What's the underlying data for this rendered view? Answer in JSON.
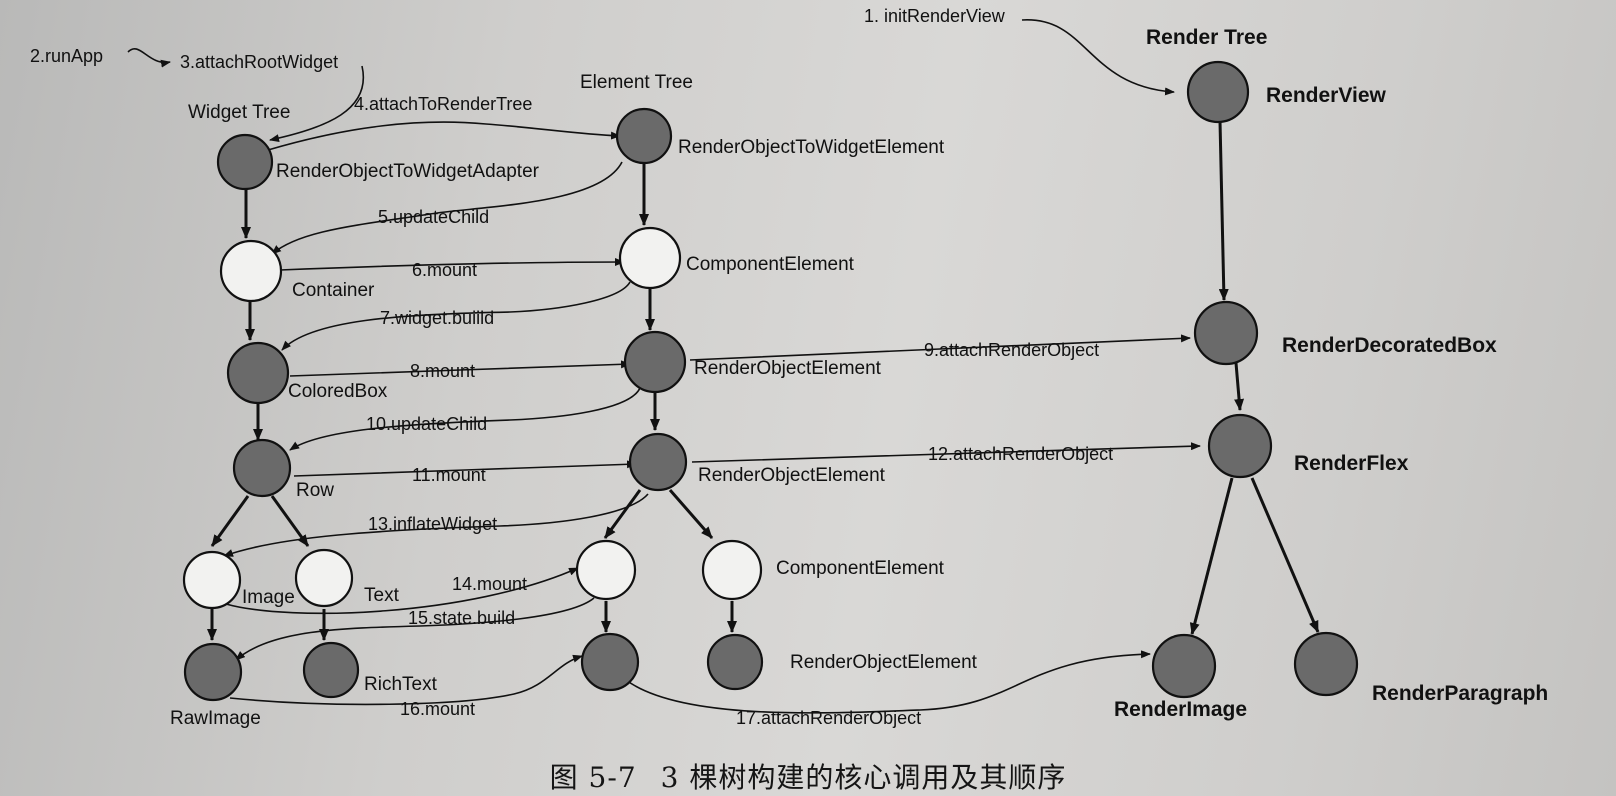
{
  "caption": {
    "figure_number": "图 5-7",
    "text": "3 棵树构建的核心调用及其顺序"
  },
  "colors": {
    "filled_node": "#6a6a6a",
    "empty_node": "#f2f2f0",
    "stroke": "#111111"
  },
  "trees": {
    "widget": "Widget Tree",
    "element": "Element Tree",
    "render": "Render Tree"
  },
  "nodes": {
    "w_adapter": "RenderObjectToWidgetAdapter",
    "w_container": "Container",
    "w_coloredbox": "ColoredBox",
    "w_row": "Row",
    "w_image": "Image",
    "w_text": "Text",
    "w_rawimage": "RawImage",
    "w_richtext": "RichText",
    "e_root": "RenderObjectToWidgetElement",
    "e_component": "ComponentElement",
    "e_renderobj1": "RenderObjectElement",
    "e_renderobj2": "RenderObjectElement",
    "e_component2": "ComponentElement",
    "e_renderobj3": "RenderObjectElement",
    "r_view": "RenderView",
    "r_decorated": "RenderDecoratedBox",
    "r_flex": "RenderFlex",
    "r_image": "RenderImage",
    "r_paragraph": "RenderParagraph"
  },
  "steps": {
    "s1": "1. initRenderView",
    "s2": "2.runApp",
    "s3": "3.attachRootWidget",
    "s4": "4.attachToRenderTree",
    "s5": "5.updateChild",
    "s6": "6.mount",
    "s7": "7.widget.buiild",
    "s8": "8.mount",
    "s9": "9.attachRenderObject",
    "s10": "10.updateChild",
    "s11": "11.mount",
    "s12": "12.attachRenderObject",
    "s13": "13.inflateWidget",
    "s14": "14.mount",
    "s15": "15.state.build",
    "s16": "16.mount",
    "s17": "17.attachRenderObject"
  }
}
